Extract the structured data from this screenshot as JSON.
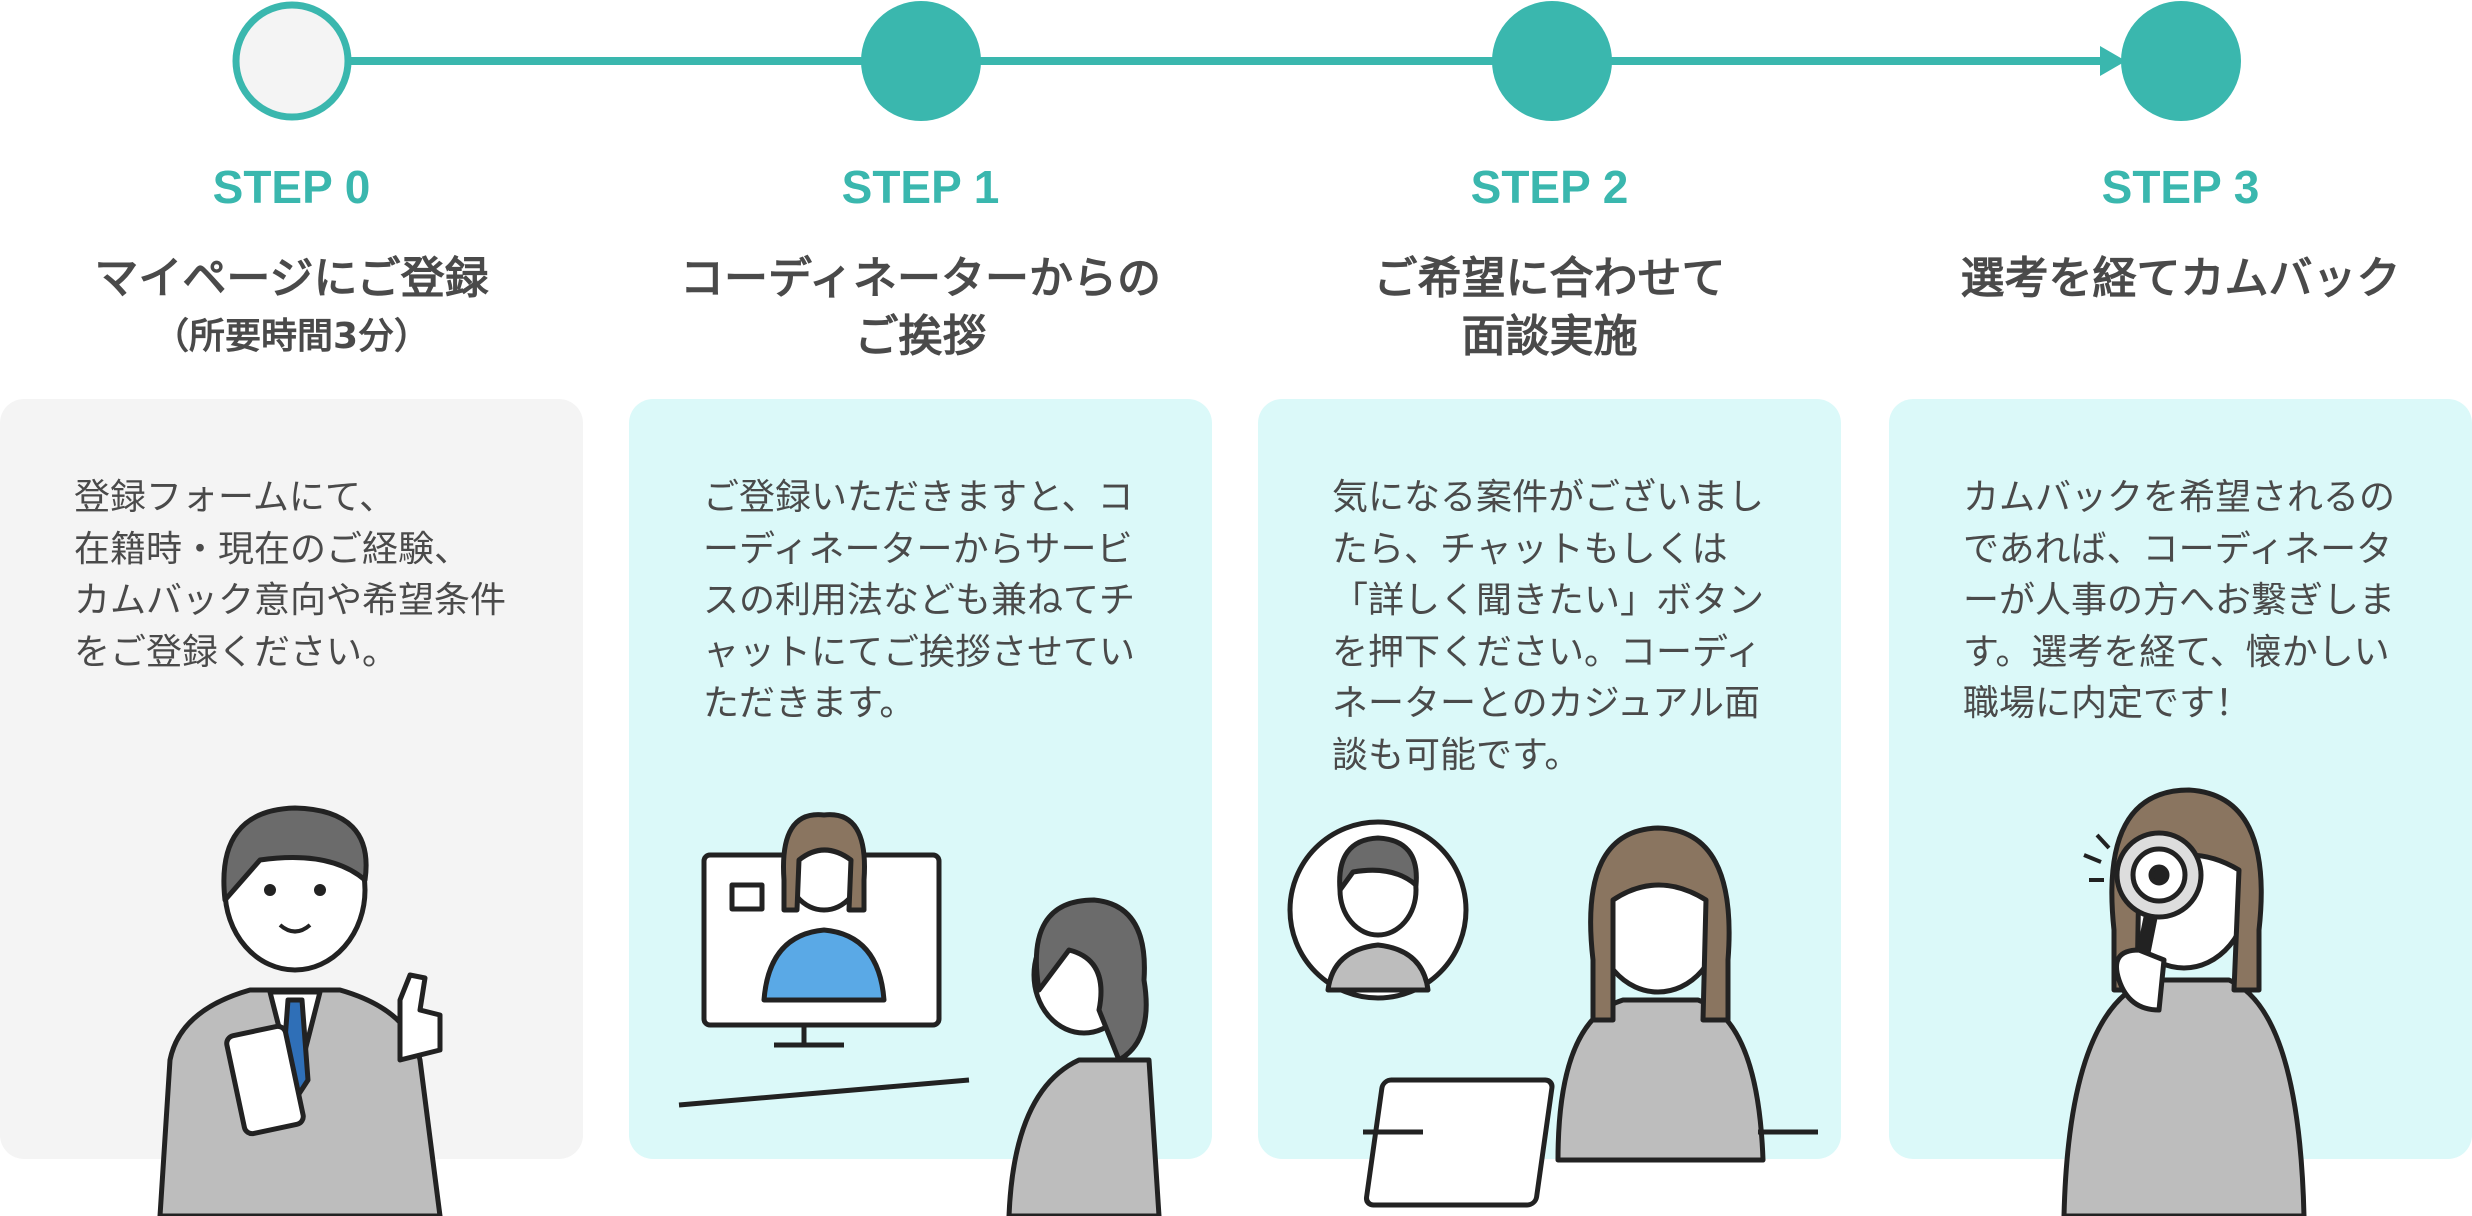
{
  "colors": {
    "accent": "#3ab7ae",
    "card_gray": "#f4f4f4",
    "card_cyan": "#dbf9f9",
    "text": "#4a4a4a"
  },
  "steps": [
    {
      "label": "STEP 0",
      "title": "マイページにご登録",
      "subtitle": "（所要時間3分）",
      "body": "登録フォームにて、\n在籍時・現在のご経験、\nカムバック意向や希望条件\nをご登録ください。",
      "illustration": "man-pointing-with-phone"
    },
    {
      "label": "STEP 1",
      "title": "コーディネーターからの",
      "title2": "ご挨拶",
      "body": "ご登録いただきますと、コ\nーディネーターからサービ\nスの利用法なども兼ねてチ\nャットにてご挨拶させてい\nただきます。",
      "illustration": "woman-video-call"
    },
    {
      "label": "STEP 2",
      "title": "ご希望に合わせて",
      "title2": "面談実施",
      "body": "気になる案件がございまし\nたら、チャットもしくは\n「詳しく聞きたい」ボタン\nを押下ください。コーディ\nネーターとのカジュアル面\n談も可能です。",
      "illustration": "woman-laptop-interview"
    },
    {
      "label": "STEP 3",
      "title": "選考を経てカムバック",
      "body": "カムバックを希望されるの\nであれば、コーディネータ\nーが人事の方へお繋ぎしま\nす。選考を経て、懐かしい\n職場に内定です！",
      "illustration": "woman-magnifying-glass"
    }
  ]
}
